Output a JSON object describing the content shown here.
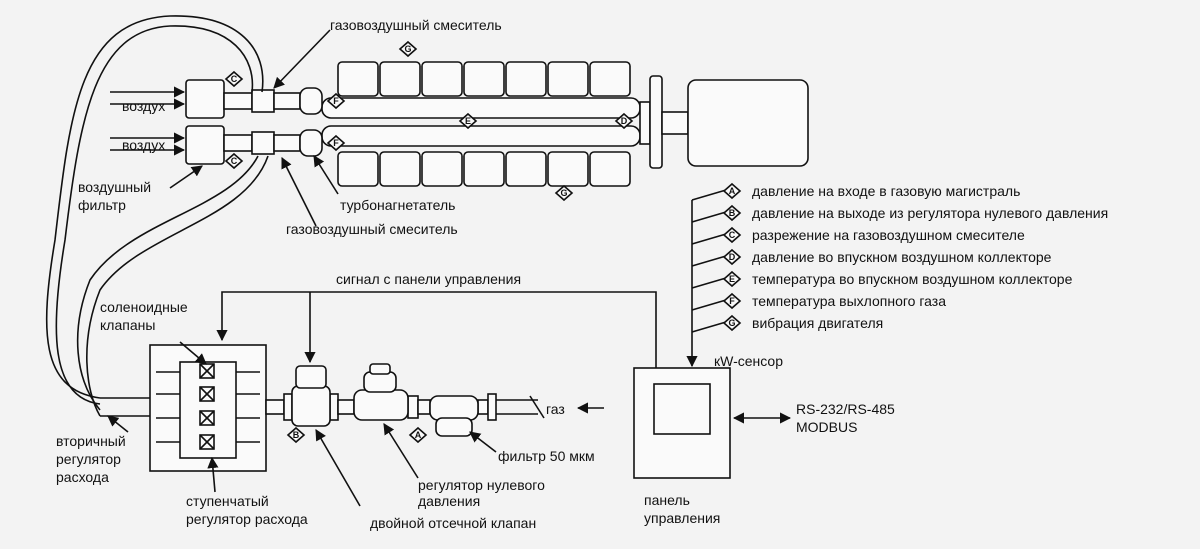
{
  "labels": {
    "mixer_top": "газовоздушный смеситель",
    "mixer_bottom": "газовоздушный смеситель",
    "air_1": "воздух",
    "air_2": "воздух",
    "air_filter_1": "воздушный",
    "air_filter_2": "фильтр",
    "turbocharger": "турбонагнетатель",
    "control_signal": "сигнал с панели управления",
    "solenoid_1": "соленоидные",
    "solenoid_2": "клапаны",
    "secondary_1": "вторичный",
    "secondary_2": "регулятор",
    "secondary_3": "расхода",
    "step_1": "ступенчатый",
    "step_2": "регулятор расхода",
    "zero_1": "регулятор нулевого",
    "zero_2": "давления",
    "double_valve": "двойной отсечной клапан",
    "filter50": "фильтр 50 мкм",
    "gas": "газ",
    "kw": "кW-сенсор",
    "panel_1": "панель",
    "panel_2": "управления",
    "comm_1": "RS-232/RS-485",
    "comm_2": "MODBUS"
  },
  "legend": [
    {
      "marker": "A",
      "text": "давление на входе в газовую магистраль"
    },
    {
      "marker": "B",
      "text": "давление на выходе из регулятора нулевого давления"
    },
    {
      "marker": "C",
      "text": "разрежение на газовоздушном смесителе"
    },
    {
      "marker": "D",
      "text": "давление во впускном воздушном коллекторе"
    },
    {
      "marker": "E",
      "text": "температура во впускном воздушном коллекторе"
    },
    {
      "marker": "F",
      "text": "температура выхлопного газа"
    },
    {
      "marker": "G",
      "text": "вибрация двигателя"
    }
  ],
  "markers": {
    "c_top": "C",
    "c_bottom": "C",
    "f_top": "F",
    "f_bottom": "F",
    "e": "E",
    "d": "D",
    "g_top": "G",
    "g_bottom": "G",
    "b": "B",
    "a": "A"
  }
}
